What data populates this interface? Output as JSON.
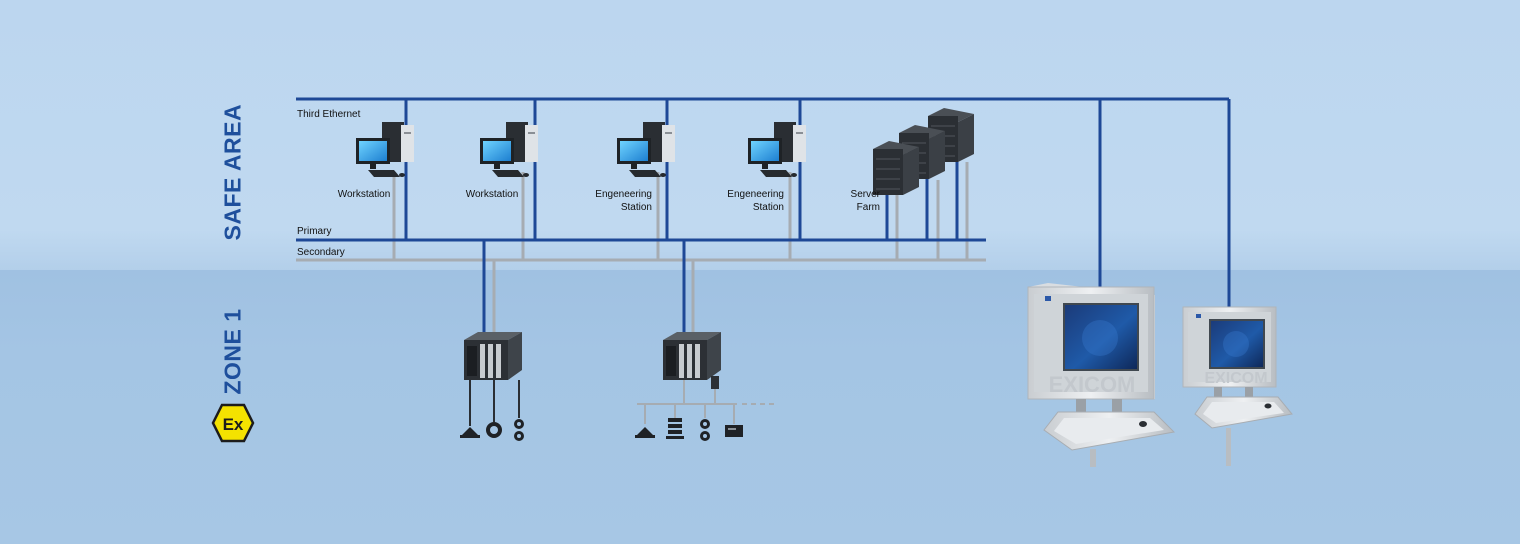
{
  "zones": {
    "safe_area": "SAFE AREA",
    "zone1": "ZONE 1",
    "ex_symbol": "Ex"
  },
  "networks": {
    "third": "Third Ethernet",
    "primary": "Primary",
    "secondary": "Secondary"
  },
  "devices": {
    "workstation_1": "Workstation",
    "workstation_2": "Workstation",
    "eng_station_1_line1": "Engeneering",
    "eng_station_1_line2": "Station",
    "eng_station_2_line1": "Engeneering",
    "eng_station_2_line2": "Station",
    "server_farm_line1": "Server",
    "server_farm_line2": "Farm"
  },
  "panel_brand": "EXICOM",
  "colors": {
    "primary_line": "#1e4896",
    "secondary_line": "#a6acb2",
    "zone_label": "#1e4f9c",
    "ex_yellow": "#f4e200"
  },
  "icons": {
    "workstation": "pc-workstation-icon",
    "server": "server-rack-icon",
    "io": "remote-io-module-icon",
    "field": "field-device-icon",
    "hmi": "hmi-panel-pc-icon"
  }
}
